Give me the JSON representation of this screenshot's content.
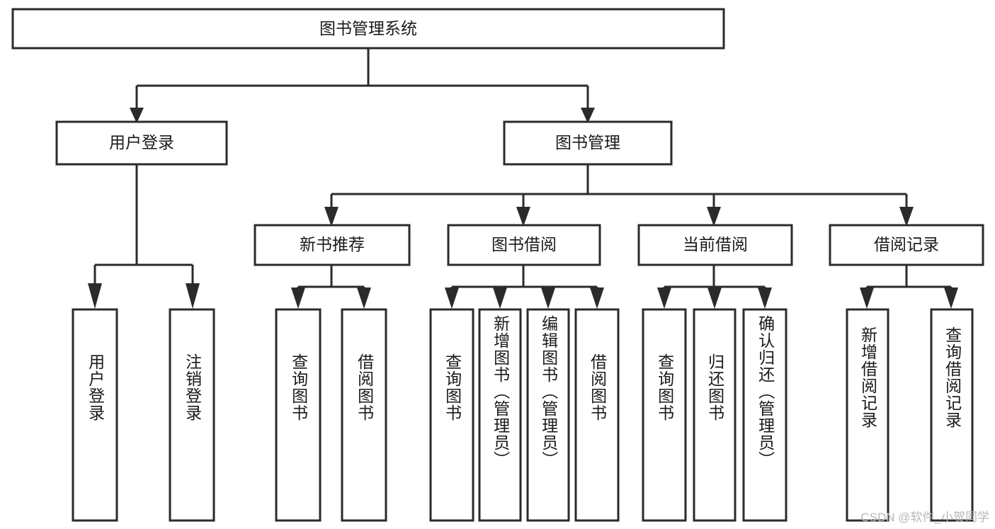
{
  "diagram": {
    "title": "图书管理系统",
    "watermark": "CSDN @软件_小贺同学",
    "type": "tree-hierarchy-flowchart",
    "colors": {
      "background": "#ffffff",
      "box_fill": "#ffffff",
      "box_stroke": "#2b2b2b",
      "text": "#1a1a1a",
      "watermark": "#b8b8b8"
    },
    "root": {
      "label": "图书管理系统"
    },
    "level2": [
      {
        "label": "用户登录"
      },
      {
        "label": "图书管理"
      }
    ],
    "level3": [
      {
        "label": "新书推荐"
      },
      {
        "label": "图书借阅"
      },
      {
        "label": "当前借阅"
      },
      {
        "label": "借阅记录"
      }
    ],
    "leaves": {
      "user_login": [
        {
          "label": "用户登录"
        },
        {
          "label": "注销登录"
        }
      ],
      "new_book_recommend": [
        {
          "label": "查询图书"
        },
        {
          "label": "借阅图书"
        }
      ],
      "book_borrow": [
        {
          "label": "查询图书"
        },
        {
          "label": "新增图书（管理员）"
        },
        {
          "label": "编辑图书（管理员）"
        },
        {
          "label": "借阅图书"
        }
      ],
      "current_borrow": [
        {
          "label": "查询图书"
        },
        {
          "label": "归还图书"
        },
        {
          "label": "确认归还（管理员）"
        }
      ],
      "borrow_records": [
        {
          "label": "新增借阅记录"
        },
        {
          "label": "查询借阅记录"
        }
      ]
    }
  }
}
